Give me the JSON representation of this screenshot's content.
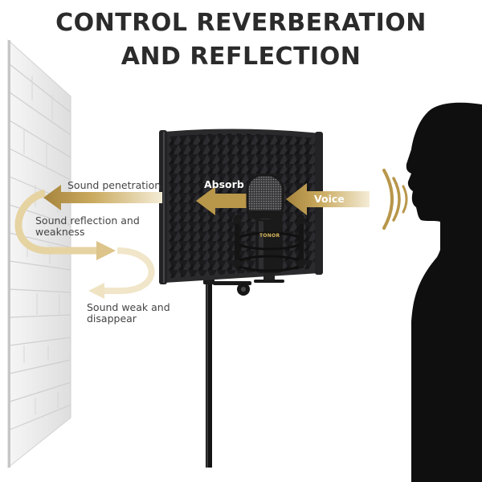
{
  "headline": {
    "line1": "CONTROL REVERBERATION",
    "line2": "AND REFLECTION"
  },
  "annotations": {
    "penetration": "Sound penetration",
    "reflection_line1": "Sound reflection and",
    "reflection_line2": "weakness",
    "weak_line1": "Sound weak and",
    "weak_line2": "disappear",
    "absorb": "Absorb",
    "voice": "Voice"
  },
  "mic": {
    "brand": "TONOR"
  },
  "colors": {
    "arrow_gold": "#b8964a",
    "arrow_gold_light": "#e9dcb8",
    "headline": "#2b2b2b",
    "foam": "#1d1d1f",
    "silhouette": "#0f0f10",
    "wall": "#ececec"
  },
  "icons": {
    "sound_waves": "sound-waves-icon",
    "brick_wall": "brick-wall",
    "person": "person-silhouette",
    "microphone": "microphone-icon"
  }
}
